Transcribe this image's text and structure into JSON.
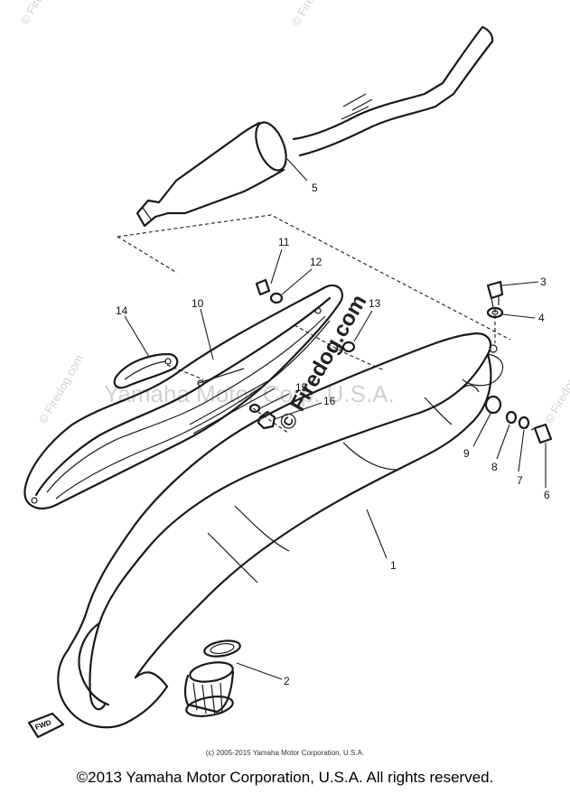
{
  "callouts": {
    "c1": "1",
    "c2": "2",
    "c3": "3",
    "c4": "4",
    "c5": "5",
    "c6": "6",
    "c7": "7",
    "c8": "8",
    "c9": "9",
    "c10": "10",
    "c11": "11",
    "c12": "12",
    "c13": "13",
    "c14": "14",
    "c15": "15",
    "c16": "16"
  },
  "watermarks": {
    "firedog": "© Firedog.com",
    "yamaha": "Yamaha Motor Corp. U.S.A."
  },
  "fwd_label": "FWD",
  "footer": {
    "small": "(c) 2005-2015 Yamaha Motor Corporation, U.S.A.",
    "main": "©2013 Yamaha Motor Corporation, U.S.A. All rights reserved."
  }
}
